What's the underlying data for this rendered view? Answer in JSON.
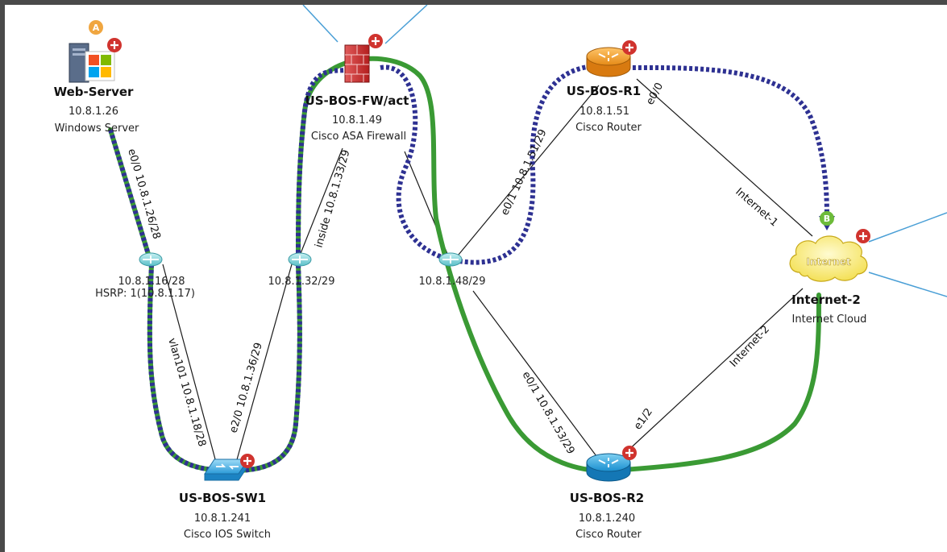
{
  "devices": {
    "web_server": {
      "name": "Web-Server",
      "ip": "10.8.1.26",
      "type": "Windows Server",
      "badge": "A"
    },
    "fw": {
      "name": "US-BOS-FW/act",
      "ip": "10.8.1.49",
      "type": "Cisco ASA Firewall"
    },
    "r1": {
      "name": "US-BOS-R1",
      "ip": "10.8.1.51",
      "type": "Cisco Router"
    },
    "r2": {
      "name": "US-BOS-R2",
      "ip": "10.8.1.240",
      "type": "Cisco Router"
    },
    "sw1": {
      "name": "US-BOS-SW1",
      "ip": "10.8.1.241",
      "type": "Cisco IOS Switch"
    },
    "cloud": {
      "name": "Internet-2",
      "type": "Internet Cloud",
      "inner": "Internet",
      "badge": "B"
    }
  },
  "subnets": {
    "s16": {
      "line1": "10.8.1.16/28",
      "line2": "HSRP: 1(10.8.1.17)"
    },
    "s32": {
      "line1": "10.8.1.32/29"
    },
    "s48": {
      "line1": "10.8.1.48/29"
    }
  },
  "link_labels": {
    "web_e0": "e0/0 10.8.1.26/28",
    "vlan101": "vlan101 10.8.1.18/28",
    "sw_e20": "e2/0 10.8.1.36/29",
    "fw_inside": "inside 10.8.1.33/29",
    "r1_e01": "e0/1 10.8.1.51/29",
    "r1_e00": "e0/0",
    "internet1": "Internet-1",
    "r2_e01": "e0/1 10.8.1.53/29",
    "r2_e12": "e1/2",
    "internet2": "Internet-2"
  },
  "colors": {
    "green_path": "#3a9a34",
    "blue_path": "#2e3192",
    "link": "#1a1a1a",
    "stub": "#4a9fd6",
    "badge_red": "#d0332e",
    "badge_a": "#f0a640",
    "badge_b": "#6dbb3a"
  }
}
